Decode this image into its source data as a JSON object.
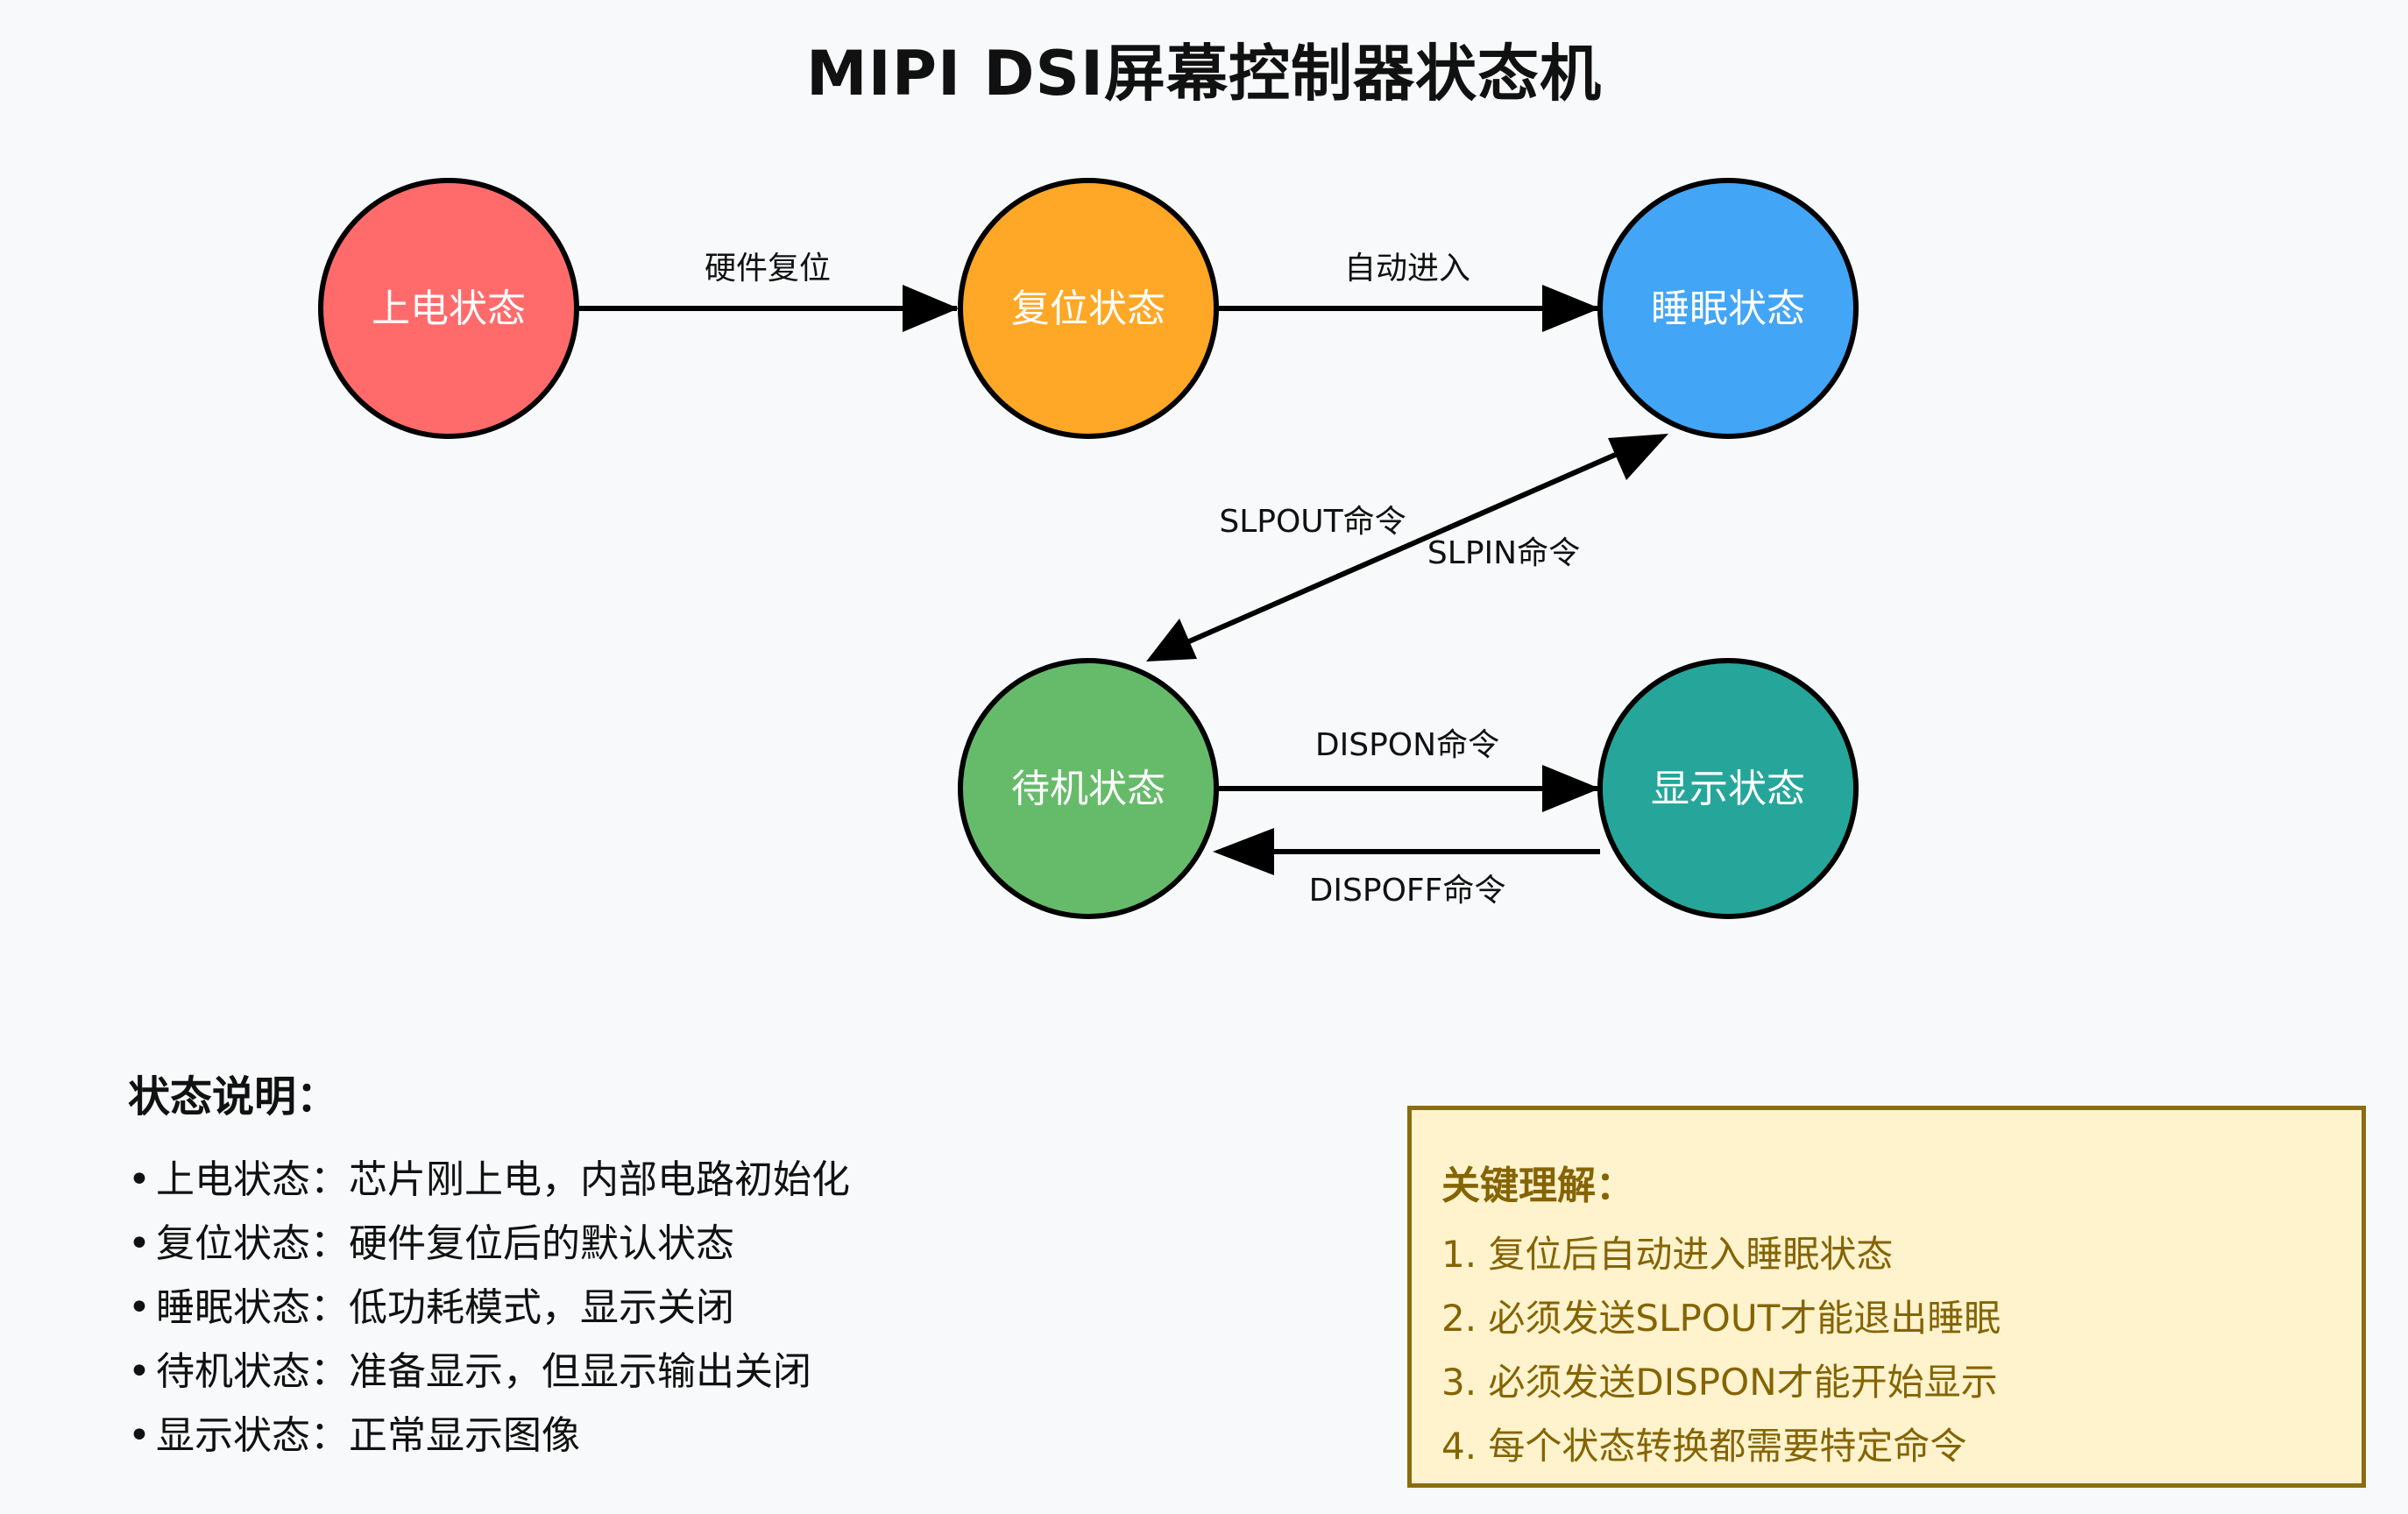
{
  "title": "MIPI DSI屏幕控制器状态机",
  "nodes": {
    "power_on": {
      "label": "上电状态",
      "color": "#ff6b6b"
    },
    "reset": {
      "label": "复位状态",
      "color": "#ffa726"
    },
    "sleep": {
      "label": "睡眠状态",
      "color": "#42a5f5"
    },
    "standby": {
      "label": "待机状态",
      "color": "#66bb6a"
    },
    "display": {
      "label": "显示状态",
      "color": "#26a69a"
    }
  },
  "edges": {
    "hw_reset": "硬件复位",
    "auto_enter": "自动进入",
    "slpout": "SLPOUT命令",
    "slpin": "SLPIN命令",
    "dispon": "DISPON命令",
    "dispoff": "DISPOFF命令"
  },
  "notes": {
    "title": "状态说明：",
    "items": [
      "上电状态：芯片刚上电，内部电路初始化",
      "复位状态：硬件复位后的默认状态",
      "睡眠状态：低功耗模式，显示关闭",
      "待机状态：准备显示，但显示输出关闭",
      "显示状态：正常显示图像"
    ]
  },
  "key_points": {
    "title": "关键理解：",
    "items": [
      "1. 复位后自动进入睡眠状态",
      "2. 必须发送SLPOUT才能退出睡眠",
      "3. 必须发送DISPON才能开始显示",
      "4. 每个状态转换都需要特定命令"
    ]
  }
}
